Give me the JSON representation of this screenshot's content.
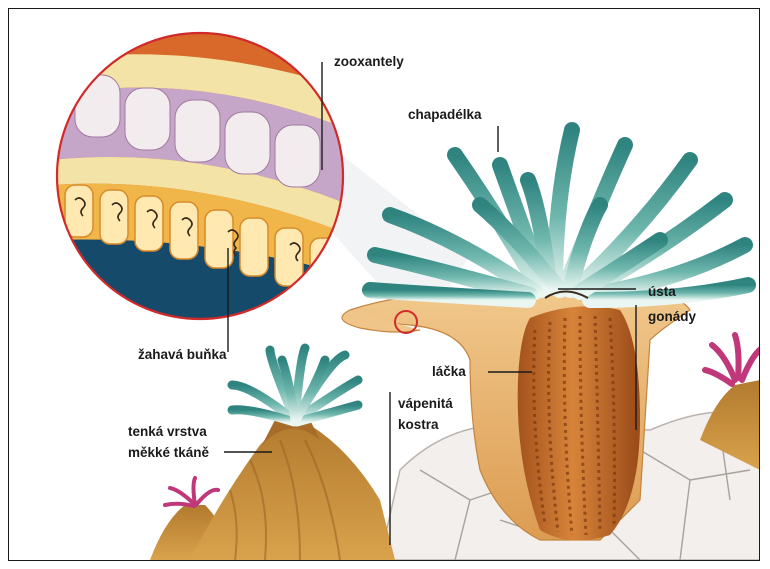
{
  "labels": {
    "zooxantely": "zooxantely",
    "chapadelka": "chapadélka",
    "usta": "ústa",
    "gonady": "gonády",
    "lacka": "láčka",
    "zahava_bunka": "žahavá buňka",
    "tenka_vrstva_line1": "tenká vrstva",
    "tenka_vrstva_line2": "měkké tkáně",
    "vapenita_kostra_line1": "vápenitá",
    "vapenita_kostra_line2": "kostra"
  },
  "colors": {
    "tentacle": "#3f9590",
    "tentacle_light": "#d9efe9",
    "body": "#c9702a",
    "skeleton": "#f0ece8",
    "base": "#e2a85a",
    "magnifier_border": "#d12a2a",
    "magenta_polyp": "#c0387a"
  }
}
